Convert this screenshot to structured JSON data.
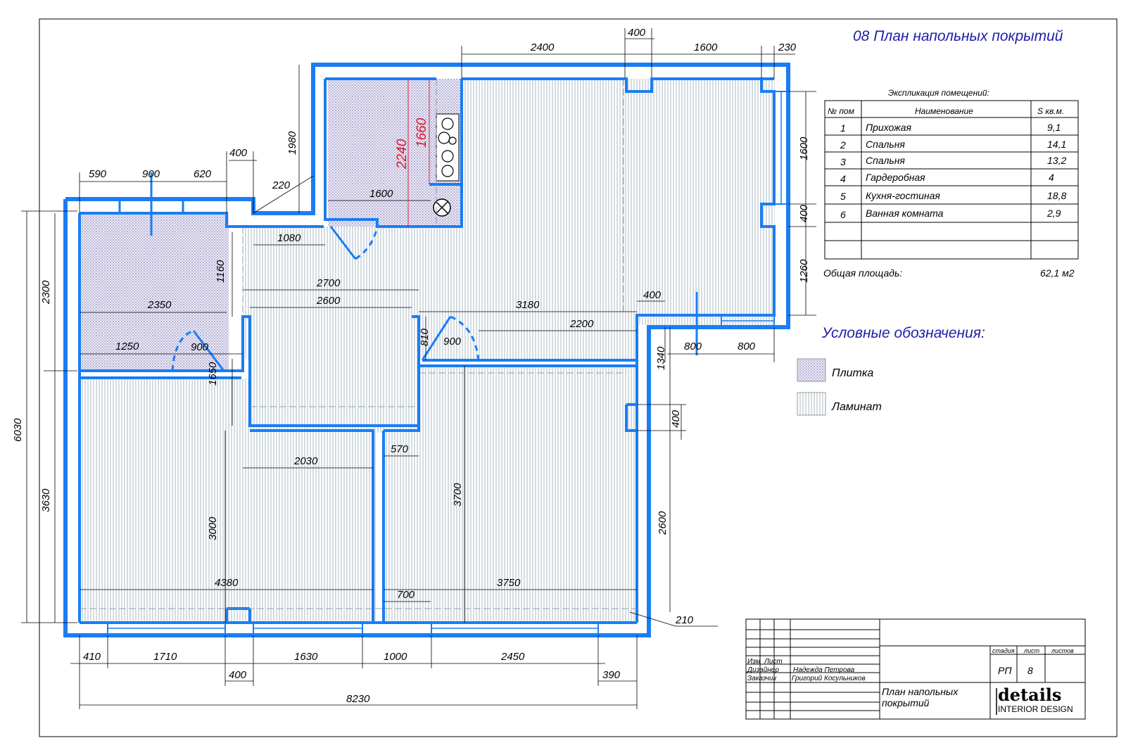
{
  "title": "08 План напольных покрытий",
  "explication": {
    "heading": "Экспликация помещений:",
    "columns": [
      "№ пом",
      "Наименование",
      "S кв.м."
    ],
    "rows": [
      {
        "num": "1",
        "name": "Прихожая",
        "area": "9,1"
      },
      {
        "num": "2",
        "name": "Спальня",
        "area": "14,1"
      },
      {
        "num": "3",
        "name": "Спальня",
        "area": "13,2"
      },
      {
        "num": "4",
        "name": "Гардеробная",
        "area": "4"
      },
      {
        "num": "5",
        "name": "Кухня-гостиная",
        "area": "18,8"
      },
      {
        "num": "6",
        "name": "Ванная комната",
        "area": "2,9"
      }
    ],
    "total_label": "Общая площадь:",
    "total_value": "62,1 м2"
  },
  "legend": {
    "heading": "Условные обозначения:",
    "items": [
      {
        "label": "Плитка",
        "pattern": "tile"
      },
      {
        "label": "Ламинат",
        "pattern": "laminate"
      }
    ]
  },
  "dimensions": {
    "top": [
      "2400",
      "400",
      "1600",
      "230",
      "1980",
      "400",
      "590",
      "900",
      "620",
      "220",
      "1600",
      "1080"
    ],
    "red": [
      "2240",
      "1660"
    ],
    "inner": [
      "1160",
      "2700",
      "2600",
      "3180",
      "400",
      "2200",
      "2350",
      "1250",
      "900",
      "810",
      "900",
      "1650",
      "2030",
      "570",
      "3700",
      "3000",
      "4380",
      "3750",
      "700"
    ],
    "right": [
      "1600",
      "400",
      "1260",
      "1340",
      "800",
      "800",
      "400",
      "2600",
      "210"
    ],
    "left": [
      "2300",
      "6030",
      "3630"
    ],
    "bottom": [
      "410",
      "1710",
      "1630",
      "1000",
      "2450",
      "400",
      "390",
      "8230"
    ]
  },
  "title_block": {
    "col_izm": "Изм",
    "col_list": "Лист",
    "designer_role": "Дизайнер",
    "designer_name": "Надежда Петрова",
    "client_role": "Заказчик",
    "client_name": "Григорий Косульников",
    "sheet_title": "План напольных покрытий",
    "stage_label": "стадия",
    "sheet_label": "лист",
    "sheets_label": "листов",
    "stage_value": "РП",
    "sheet_value": "8",
    "logo_main": "details",
    "logo_sub": "INTERIOR DESIGN"
  },
  "colors": {
    "wall": "#1a7df5",
    "title": "#1e1ea8",
    "red_dim": "#e0142a",
    "laminate": "#9fb0bd",
    "tile": "#b8b4d6"
  }
}
